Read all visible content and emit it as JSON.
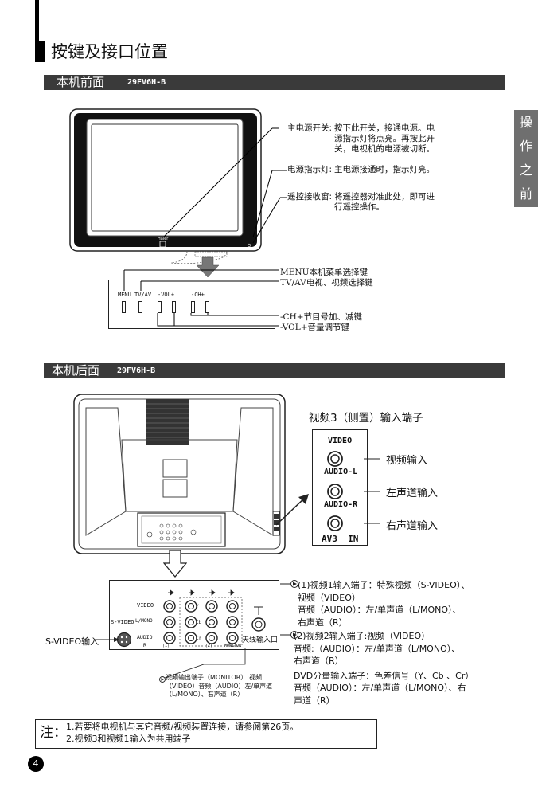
{
  "page_title": "按键及接口位置",
  "side_tab": [
    "操",
    "作",
    "之",
    "前"
  ],
  "front": {
    "title": "本机前面",
    "model": "29FV6H-B",
    "brand": "Haier",
    "callouts": [
      {
        "label": "主电源开关:",
        "lines": [
          "按下此开关，接通电源。电",
          "源指示灯将点亮。再按此开",
          "关，电视机的电源被切断。"
        ]
      },
      {
        "label": "电源指示灯:",
        "lines": [
          "主电源接通时，指示灯亮。"
        ]
      },
      {
        "label": "遥控接收窗:",
        "lines": [
          "将遥控器对准此处，即可进",
          "行遥控操作。"
        ]
      }
    ],
    "buttons": [
      "MENU",
      "TV/AV",
      "-VOL+",
      "-CH+"
    ],
    "button_notes": [
      "MENU本机菜单选择键",
      "TV/AV电视、视频选择键",
      "-CH+节目号加、减键",
      "-VOL+音量调节键"
    ]
  },
  "rear": {
    "title": "本机后面",
    "model": "29FV6H-B",
    "side_title": "视频3（侧置）输入端子",
    "side_jacks": [
      {
        "label": "VIDEO",
        "desc": "视频输入"
      },
      {
        "label": "AUDIO-L",
        "desc": "左声道输入"
      },
      {
        "label": "AUDIO-R",
        "desc": "右声道输入"
      }
    ],
    "side_footer": "AV3  IN",
    "panel": {
      "row_labels": [
        "VIDEO",
        "L/MONO",
        "AUDIO",
        "R"
      ],
      "svideo_label": "S-VIDEO",
      "col_marks": [
        "(1)",
        "(2)",
        "MONITOR"
      ],
      "comp_labels": [
        "Y",
        "Cb",
        "Cr"
      ],
      "antenna_label": "天线输入口"
    },
    "svideo_callout": "S-VIDEO输入",
    "notes": [
      {
        "lines": [
          "(1)视频1输入端子：特殊视频（S-VIDEO）、",
          "视频（VIDEO）",
          "音频（AUDIO）：左/单声道（L/MONO）、",
          "右声道（R）"
        ]
      },
      {
        "lines": [
          "(2)视频2输入端子:视频（VIDEO）",
          "音频:（AUDIO）：左/单声道（L/MONO）、",
          "右声道（R）",
          "DVD分量输入端子：色差信号（Y、Cb 、Cr）",
          "音频（AUDIO）：左/单声道（L/MONO）、右",
          "声道（R）"
        ]
      }
    ],
    "monitor_note": [
      "视频输出端子（MONITOR）:视频",
      "（VIDEO）音频（AUDIO）左/单声道",
      "（L/MONO）、右声道（R）"
    ]
  },
  "footer_note": {
    "label": "注：",
    "lines": [
      "1.若要将电视机与其它音频/视频装置连接，请参阅第26页。",
      "2.视频3和视频1输入为共用端子"
    ]
  },
  "page_number": "4"
}
